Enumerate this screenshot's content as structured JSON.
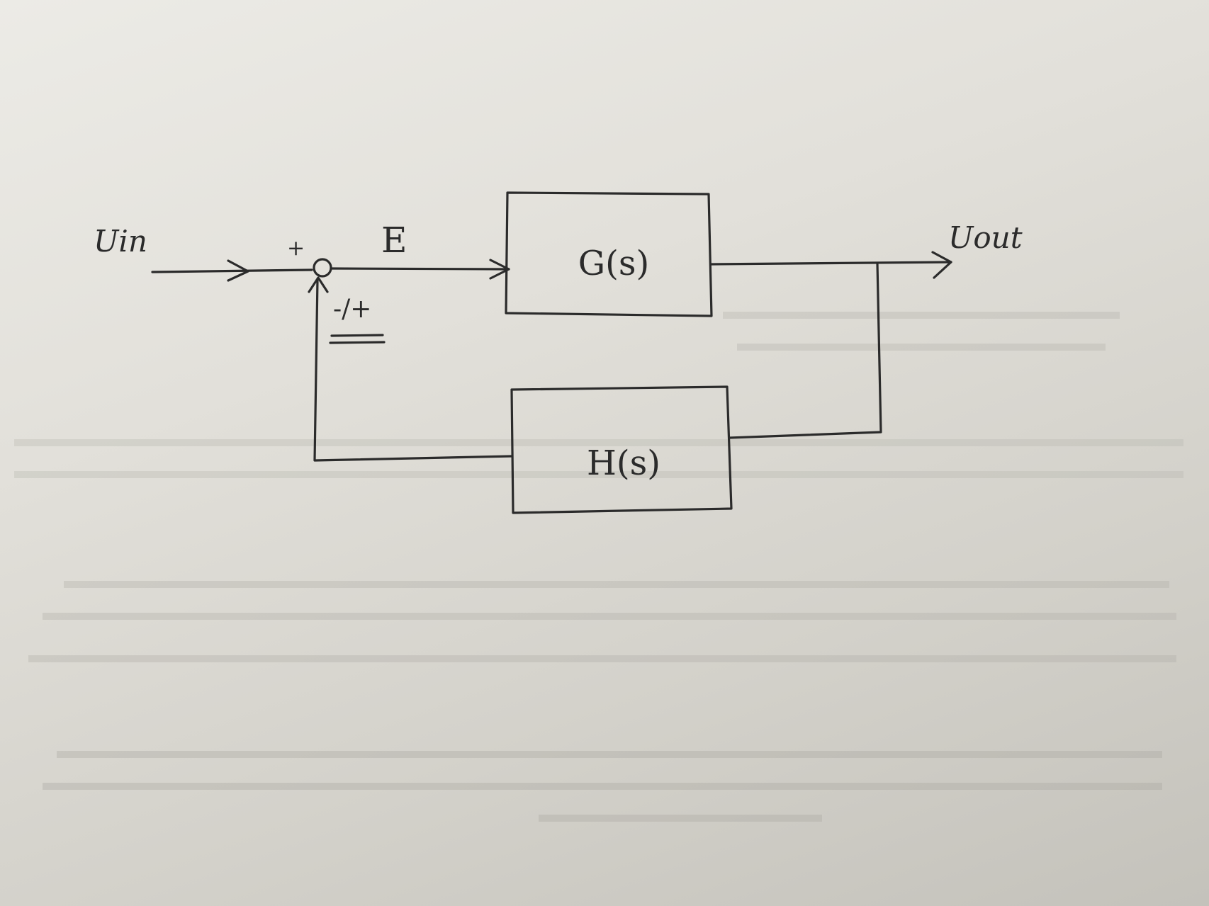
{
  "diagram": {
    "input_label": "Uin",
    "output_label": "Uout",
    "error_label": "E",
    "plus_sign": "+",
    "feedback_sign": "-/+",
    "forward_block": "G(s)",
    "feedback_block": "H(s)"
  },
  "colors": {
    "ink": "#2b2b2b",
    "paper": "#e6e4de"
  }
}
